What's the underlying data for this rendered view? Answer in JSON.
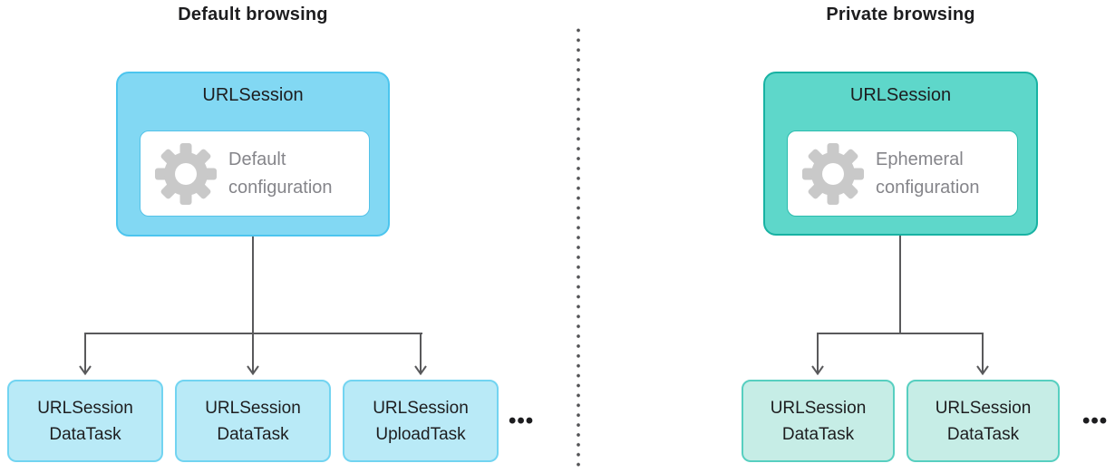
{
  "colors": {
    "blue-fill": "#82d8f3",
    "blue-border": "#4cc5ee",
    "blue-inner-border": "#54c2e8",
    "blue-task-fill": "#b9eaf7",
    "blue-task-border": "#72d4f1",
    "teal-fill": "#5ed7ca",
    "teal-border": "#18b2a3",
    "teal-inner-border": "#2bbcae",
    "teal-task-fill": "#c6ede6",
    "teal-task-border": "#57cfc0",
    "arrow": "#59595b",
    "divider-dot": "#545456",
    "gear": "#c9c9c9",
    "text-dark": "#1d1d1f",
    "text-gray": "#85858a",
    "card-bg": "#ffffff"
  },
  "panels": {
    "default": {
      "title": "Default browsing",
      "session": "URLSession",
      "config": "Default configuration",
      "tasks": [
        {
          "line1": "URLSession",
          "line2": "DataTask"
        },
        {
          "line1": "URLSession",
          "line2": "DataTask"
        },
        {
          "line1": "URLSession",
          "line2": "UploadTask"
        }
      ],
      "more": "•••"
    },
    "private": {
      "title": "Private browsing",
      "session": "URLSession",
      "config": "Ephemeral configuration",
      "tasks": [
        {
          "line1": "URLSession",
          "line2": "DataTask"
        },
        {
          "line1": "URLSession",
          "line2": "DataTask"
        }
      ],
      "more": "•••"
    }
  }
}
